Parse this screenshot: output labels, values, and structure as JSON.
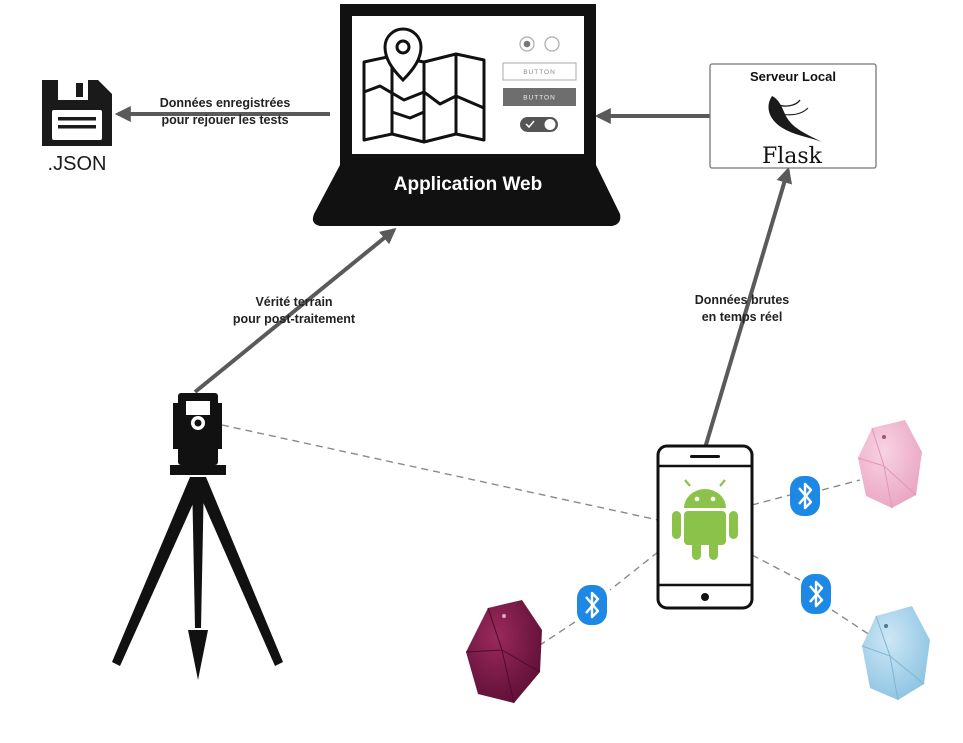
{
  "laptop": {
    "title": "Application Web",
    "button_outline_label": "BUTTON",
    "button_filled_label": "BUTTON"
  },
  "json_file": {
    "label": ".JSON"
  },
  "server": {
    "title": "Serveur Local",
    "logo_text": "Flask"
  },
  "edges": {
    "saved_data": {
      "line1": "Données enregistrées",
      "line2": "pour rejouer les tests"
    },
    "ground_truth": {
      "line1": "Vérité terrain",
      "line2": "pour post-traitement"
    },
    "raw_data": {
      "line1": "Données brutes",
      "line2": "en temps réel"
    }
  },
  "beacons": [
    {
      "name": "pink",
      "color": "#f2b7d1"
    },
    {
      "name": "blue",
      "color": "#a9d3ea"
    },
    {
      "name": "purple",
      "color": "#7c1646"
    }
  ],
  "colors": {
    "arrow": "#5a5a5a",
    "bluetooth": "#1e88e5",
    "android": "#8bc34a",
    "dashed": "#8a8a8a"
  }
}
